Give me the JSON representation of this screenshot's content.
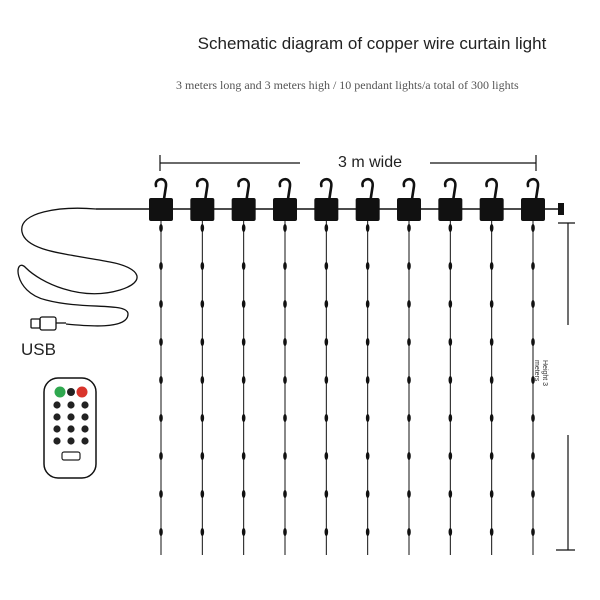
{
  "title": "Schematic diagram of copper wire curtain light",
  "subtitle": "3 meters long and 3 meters high / 10 pendant lights/a total of 300 lights",
  "dimensions": {
    "width_label": "3 m wide",
    "height_label_line1": "Height 3",
    "height_label_line2": "meters"
  },
  "usb_label": "USB",
  "strand_count": 10,
  "colors": {
    "line": "#111111",
    "button_green": "#2fa84f",
    "button_red": "#d9342b",
    "remote_body": "#ffffff"
  },
  "icons": [
    "hook-icon",
    "usb-plug-icon",
    "remote-control-icon"
  ]
}
